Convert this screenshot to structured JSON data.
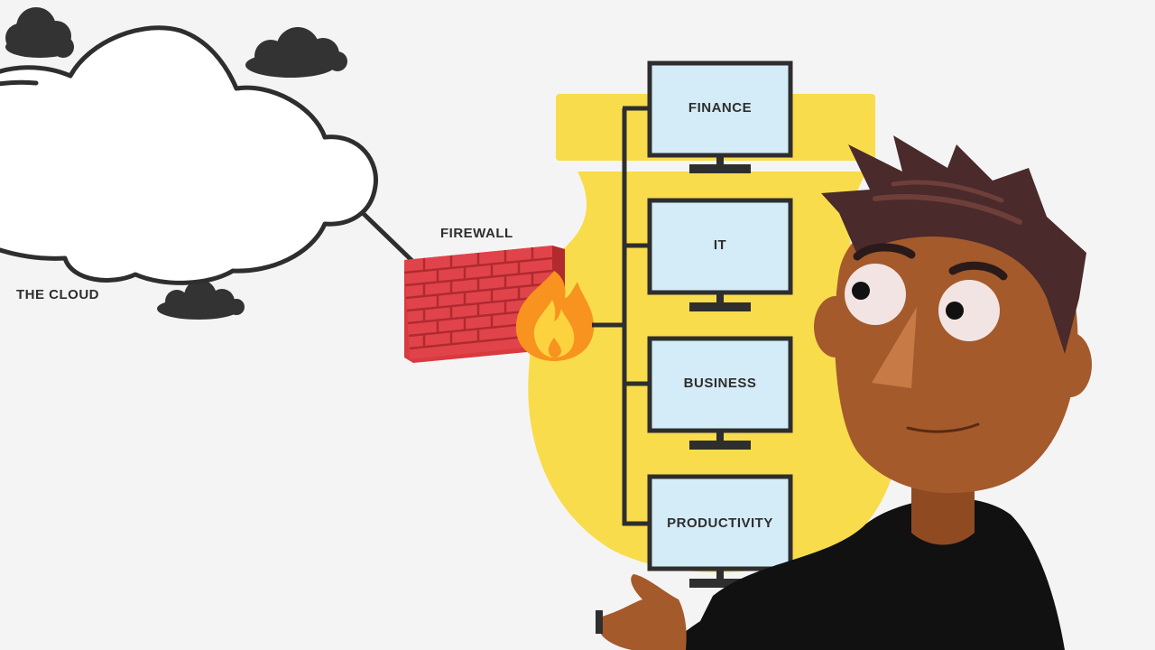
{
  "cloud": {
    "label": "THE CLOUD"
  },
  "firewall": {
    "label": "FIREWALL"
  },
  "departments": [
    {
      "label": "FINANCE"
    },
    {
      "label": "IT"
    },
    {
      "label": "BUSINESS"
    },
    {
      "label": "PRODUCTIVITY"
    }
  ],
  "colors": {
    "background": "#f5f4f4",
    "outline": "#2e2e2e",
    "brick": "#d83a3f",
    "flame_outer": "#f7931e",
    "flame_inner": "#fcd23f",
    "screen": "#d4ecf8",
    "yellow_blob": "#f8dc4c",
    "skin": "#a55a2c",
    "hair": "#4a2a2a",
    "shirt": "#111111"
  }
}
